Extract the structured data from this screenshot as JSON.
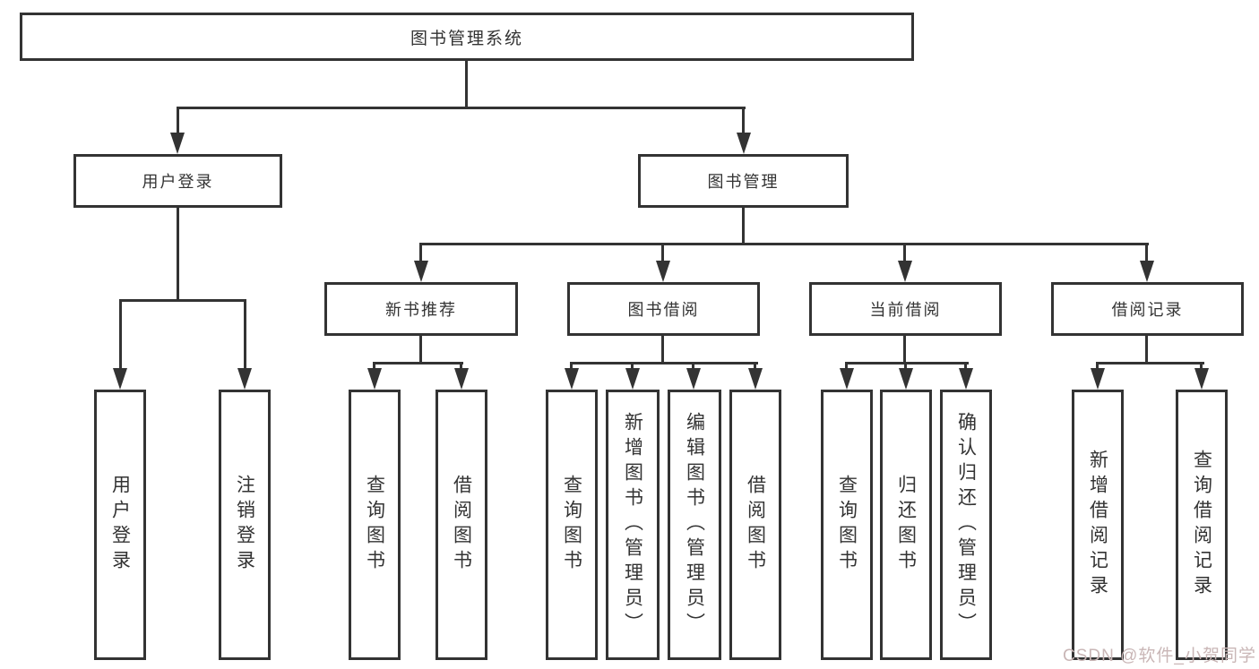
{
  "diagram": {
    "root": "图书管理系统",
    "branches": [
      {
        "label": "用户登录",
        "children": [
          {
            "label": "用户登录"
          },
          {
            "label": "注销登录"
          }
        ]
      },
      {
        "label": "图书管理",
        "children": [
          {
            "label": "新书推荐",
            "children": [
              {
                "label": "查询图书"
              },
              {
                "label": "借阅图书"
              }
            ]
          },
          {
            "label": "图书借阅",
            "children": [
              {
                "label": "查询图书"
              },
              {
                "label": "新增图书（管理员）"
              },
              {
                "label": "编辑图书（管理员）"
              },
              {
                "label": "借阅图书"
              }
            ]
          },
          {
            "label": "当前借阅",
            "children": [
              {
                "label": "查询图书"
              },
              {
                "label": "归还图书"
              },
              {
                "label": "确认归还（管理员）"
              }
            ]
          },
          {
            "label": "借阅记录",
            "children": [
              {
                "label": "新增借阅记录"
              },
              {
                "label": "查询借阅记录"
              }
            ]
          }
        ]
      }
    ],
    "watermark": "CSDN @软件_小贺同学",
    "colors": {
      "line": "#333333",
      "text": "#333333",
      "background": "#ffffff",
      "watermark": "#c9b6b6"
    }
  }
}
